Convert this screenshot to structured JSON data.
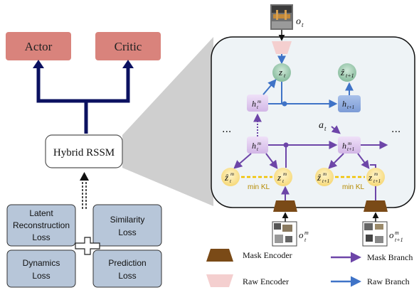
{
  "left": {
    "actor_label": "Actor",
    "critic_label": "Critic",
    "hybrid_rssm_label": "Hybrid RSSM",
    "losses": {
      "latent_reconstruction": [
        "Latent",
        "Reconstruction",
        "Loss"
      ],
      "similarity": [
        "Similarity",
        "Loss"
      ],
      "dynamics": [
        "Dynamics",
        "Loss"
      ],
      "prediction": [
        "Prediction",
        "Loss"
      ]
    }
  },
  "right": {
    "obs_top_label": "o",
    "obs_top_sub": "t",
    "obs_mask_t_label": "o",
    "obs_mask_t_sub": "t",
    "obs_mask_t_sup": "m",
    "obs_mask_t1_label": "o",
    "obs_mask_t1_sub": "t+1",
    "obs_mask_t1_sup": "m",
    "node_zt": "z",
    "node_zt_sub": "t",
    "node_zhat_t1": "ẑ",
    "node_zhat_t1_sub": "t+1",
    "node_ht": "h",
    "node_ht1": "h",
    "node_ht1_sub": "t+1",
    "action_label": "a",
    "action_sub": "t",
    "min_kl_left": "min KL",
    "min_kl_right": "min KL",
    "ellipsis_left": "...",
    "ellipsis_right": "...",
    "node_sup_m": "m",
    "sub_t": "t",
    "sub_t1": "t+1",
    "zhat_sym": "ẑ",
    "z_sym": "z"
  },
  "legend": {
    "mask_encoder": "Mask Encoder",
    "raw_encoder": "Raw Encoder",
    "mask_branch": "Mask Branch",
    "raw_branch": "Raw Branch"
  },
  "colors": {
    "actor_critic_fill": "#d9837c",
    "hybrid_box_border": "#444444",
    "loss_box_fill": "#b7c6d9",
    "navy_arrow": "#0b1160",
    "panel_bg": "#eef3f6",
    "gray_cone": "#cfcfcf",
    "green_node": "#8fc3a6",
    "purple_node": "#d9c1ea",
    "yellow_node": "#fbe29a",
    "blue_node": "#8aa8dc",
    "mask_encoder": "#7a4a17",
    "raw_encoder": "#f4cfcf",
    "mask_branch": "#6d45a8",
    "raw_branch": "#3f73c7",
    "kl_dash": "#f2c200"
  }
}
